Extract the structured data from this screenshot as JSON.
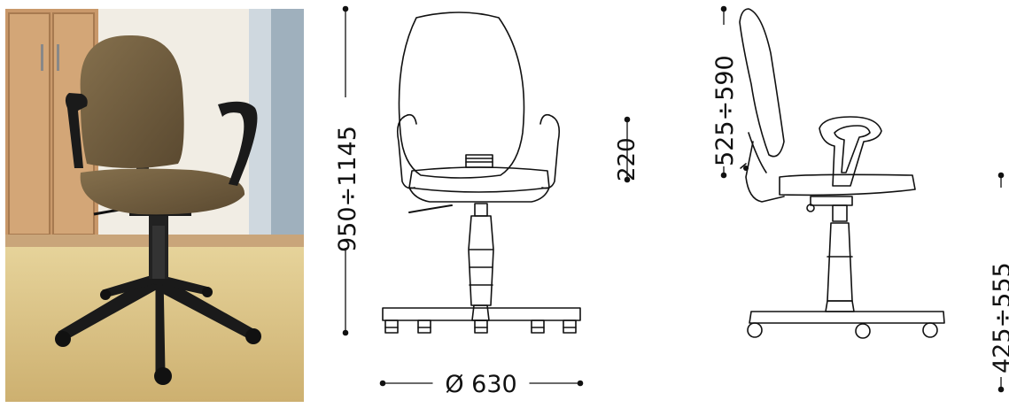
{
  "photo": {
    "alt": "Office chair photo"
  },
  "dimensions": {
    "overall_height": "950÷1145",
    "armrest_height": "220",
    "base_diameter": "Ø 630",
    "backrest_height": "525÷590",
    "seat_height": "425÷555"
  },
  "colors": {
    "upholstery": "#6e5a3c",
    "frame": "#1a1a1a",
    "floor": "#d9c28a",
    "wall": "#f1ede4",
    "cabinet": "#c79a6b",
    "line": "#111111"
  }
}
